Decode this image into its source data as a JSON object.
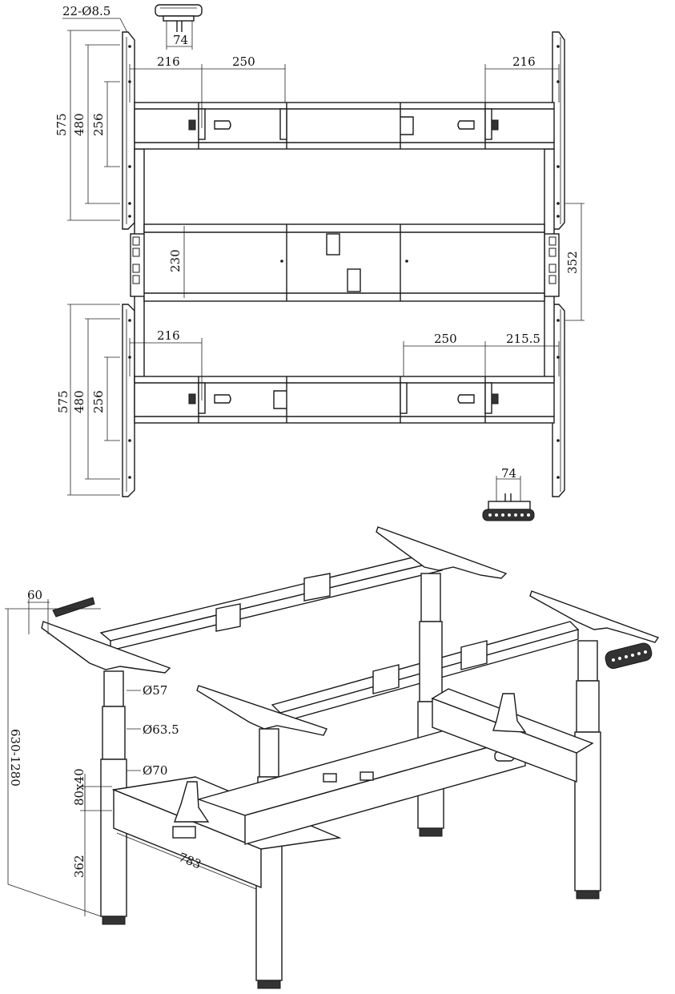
{
  "top_view": {
    "hole_spec": "22-Ø8.5",
    "bracket_top_width": "74",
    "bracket_bottom_width": "74",
    "dim_216_top_left": "216",
    "dim_250_top": "250",
    "dim_216_top_right": "216",
    "dim_575_top": "575",
    "dim_480_top": "480",
    "dim_256_top": "256",
    "dim_230": "230",
    "dim_352": "352",
    "dim_216_bottom_left": "216",
    "dim_250_bottom": "250",
    "dim_215_5_bottom": "215.5",
    "dim_575_bottom": "575",
    "dim_480_bottom": "480",
    "dim_256_bottom": "256"
  },
  "iso_view": {
    "dim_60": "60",
    "dim_height_range": "630-1280",
    "dim_d57": "Ø57",
    "dim_d63_5": "Ø63.5",
    "dim_d70": "Ø70",
    "dim_80x40": "80x40",
    "dim_362": "362",
    "dim_783": "783"
  }
}
